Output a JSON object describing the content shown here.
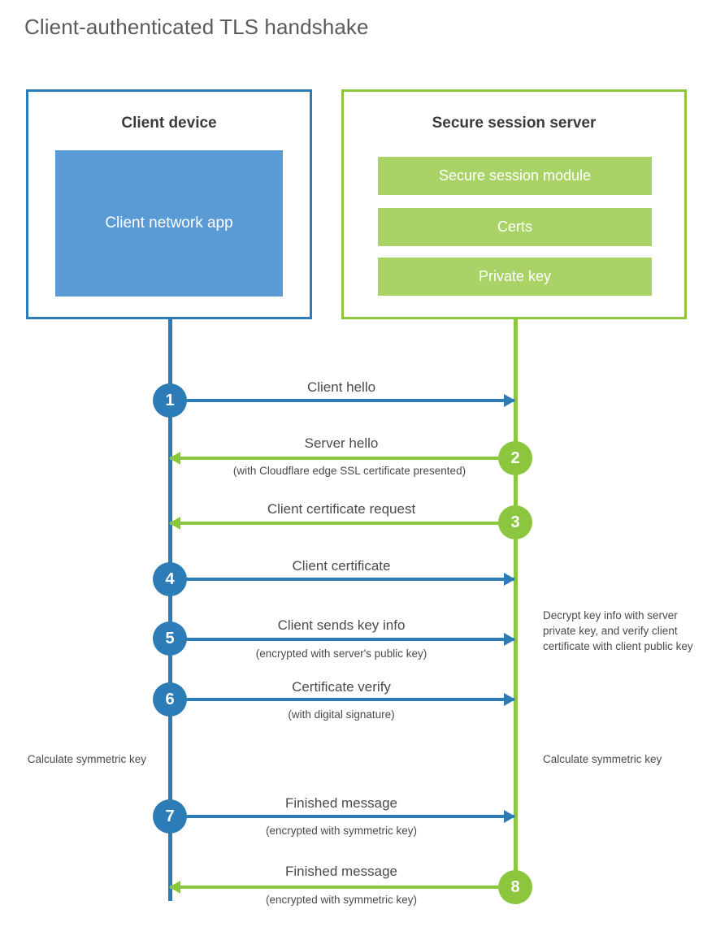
{
  "page": {
    "title": "Client-authenticated TLS handshake"
  },
  "colors": {
    "client_blue": "#2c7cb8",
    "client_app_fill": "#5b9bd5",
    "server_green": "#8cc63f",
    "server_bar_fill": "#a9d267",
    "text": "#4a4a4a",
    "background": "#ffffff"
  },
  "parties": {
    "client": {
      "title": "Client device",
      "component": "Client network app"
    },
    "server": {
      "title": "Secure session server",
      "components": [
        "Secure session module",
        "Certs",
        "Private key"
      ]
    }
  },
  "notes": {
    "server_decrypt": "Decrypt key info with server private key, and verify client certificate with client public key",
    "client_calculate": "Calculate symmetric key",
    "server_calculate": "Calculate symmetric key"
  },
  "chart_data": {
    "type": "sequence-diagram",
    "title": "Client-authenticated TLS handshake",
    "actors": [
      "Client device",
      "Secure session server"
    ],
    "steps": [
      {
        "number": "1",
        "label": "Client hello",
        "sub": "",
        "direction": "client-to-server",
        "color": "#2c7cb8"
      },
      {
        "number": "2",
        "label": "Server hello",
        "sub": "(with Cloudflare edge SSL certificate presented)",
        "direction": "server-to-client",
        "color": "#8cc63f"
      },
      {
        "number": "3",
        "label": "Client certificate request",
        "sub": "",
        "direction": "server-to-client",
        "color": "#8cc63f"
      },
      {
        "number": "4",
        "label": "Client certificate",
        "sub": "",
        "direction": "client-to-server",
        "color": "#2c7cb8"
      },
      {
        "number": "5",
        "label": "Client sends key info",
        "sub": "(encrypted with server's public key)",
        "direction": "client-to-server",
        "color": "#2c7cb8"
      },
      {
        "number": "6",
        "label": "Certificate verify",
        "sub": "(with digital signature)",
        "direction": "client-to-server",
        "color": "#2c7cb8"
      },
      {
        "number": "7",
        "label": "Finished message",
        "sub": "(encrypted with symmetric key)",
        "direction": "client-to-server",
        "color": "#2c7cb8"
      },
      {
        "number": "8",
        "label": "Finished message",
        "sub": "(encrypted with symmetric key)",
        "direction": "server-to-client",
        "color": "#8cc63f"
      }
    ]
  }
}
